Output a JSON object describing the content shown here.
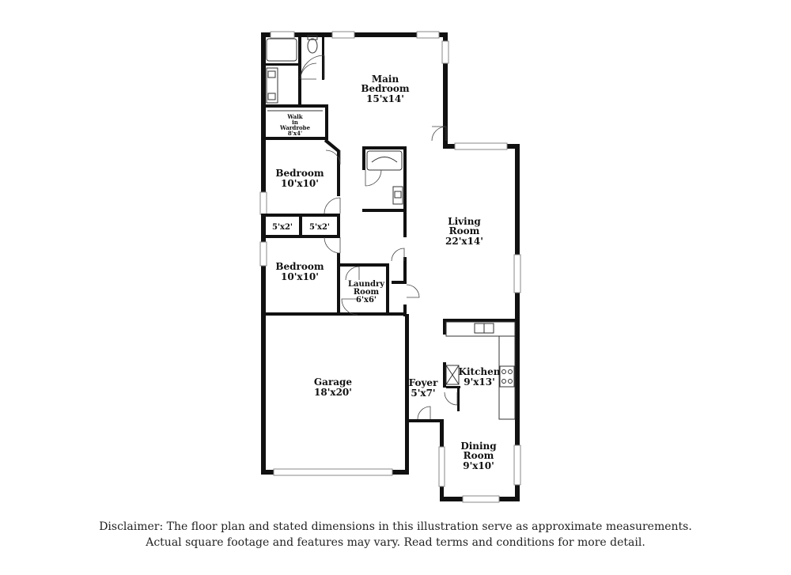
{
  "rooms": {
    "main_bedroom": {
      "name_line1": "Main",
      "name_line2": "Bedroom",
      "size": "15'x14'"
    },
    "walk_in": {
      "name_line1": "Walk",
      "name_line2": "in",
      "name_line3": "Wardrobe",
      "size": "8'x4'"
    },
    "bedroom_upper": {
      "name": "Bedroom",
      "size": "10'x10'"
    },
    "closet_a": {
      "size": "5'x2'"
    },
    "closet_b": {
      "size": "5'x2'"
    },
    "bedroom_lower": {
      "name": "Bedroom",
      "size": "10'x10'"
    },
    "laundry": {
      "name_line1": "Laundry",
      "name_line2": "Room",
      "size": "6'x6'"
    },
    "living": {
      "name_line1": "Living",
      "name_line2": "Room",
      "size": "22'x14'"
    },
    "garage": {
      "name": "Garage",
      "size": "18'x20'"
    },
    "foyer": {
      "name": "Foyer",
      "size": "5'x7'"
    },
    "kitchen": {
      "name": "Kitchen",
      "size": "9'x13'"
    },
    "dining": {
      "name_line1": "Dining",
      "name_line2": "Room",
      "size": "9'x10'"
    }
  },
  "disclaimer": {
    "line1": "Disclaimer: The floor plan and stated dimensions in this illustration serve as approximate measurements.",
    "line2": "Actual square footage and features may vary. Read terms and conditions for more detail."
  }
}
